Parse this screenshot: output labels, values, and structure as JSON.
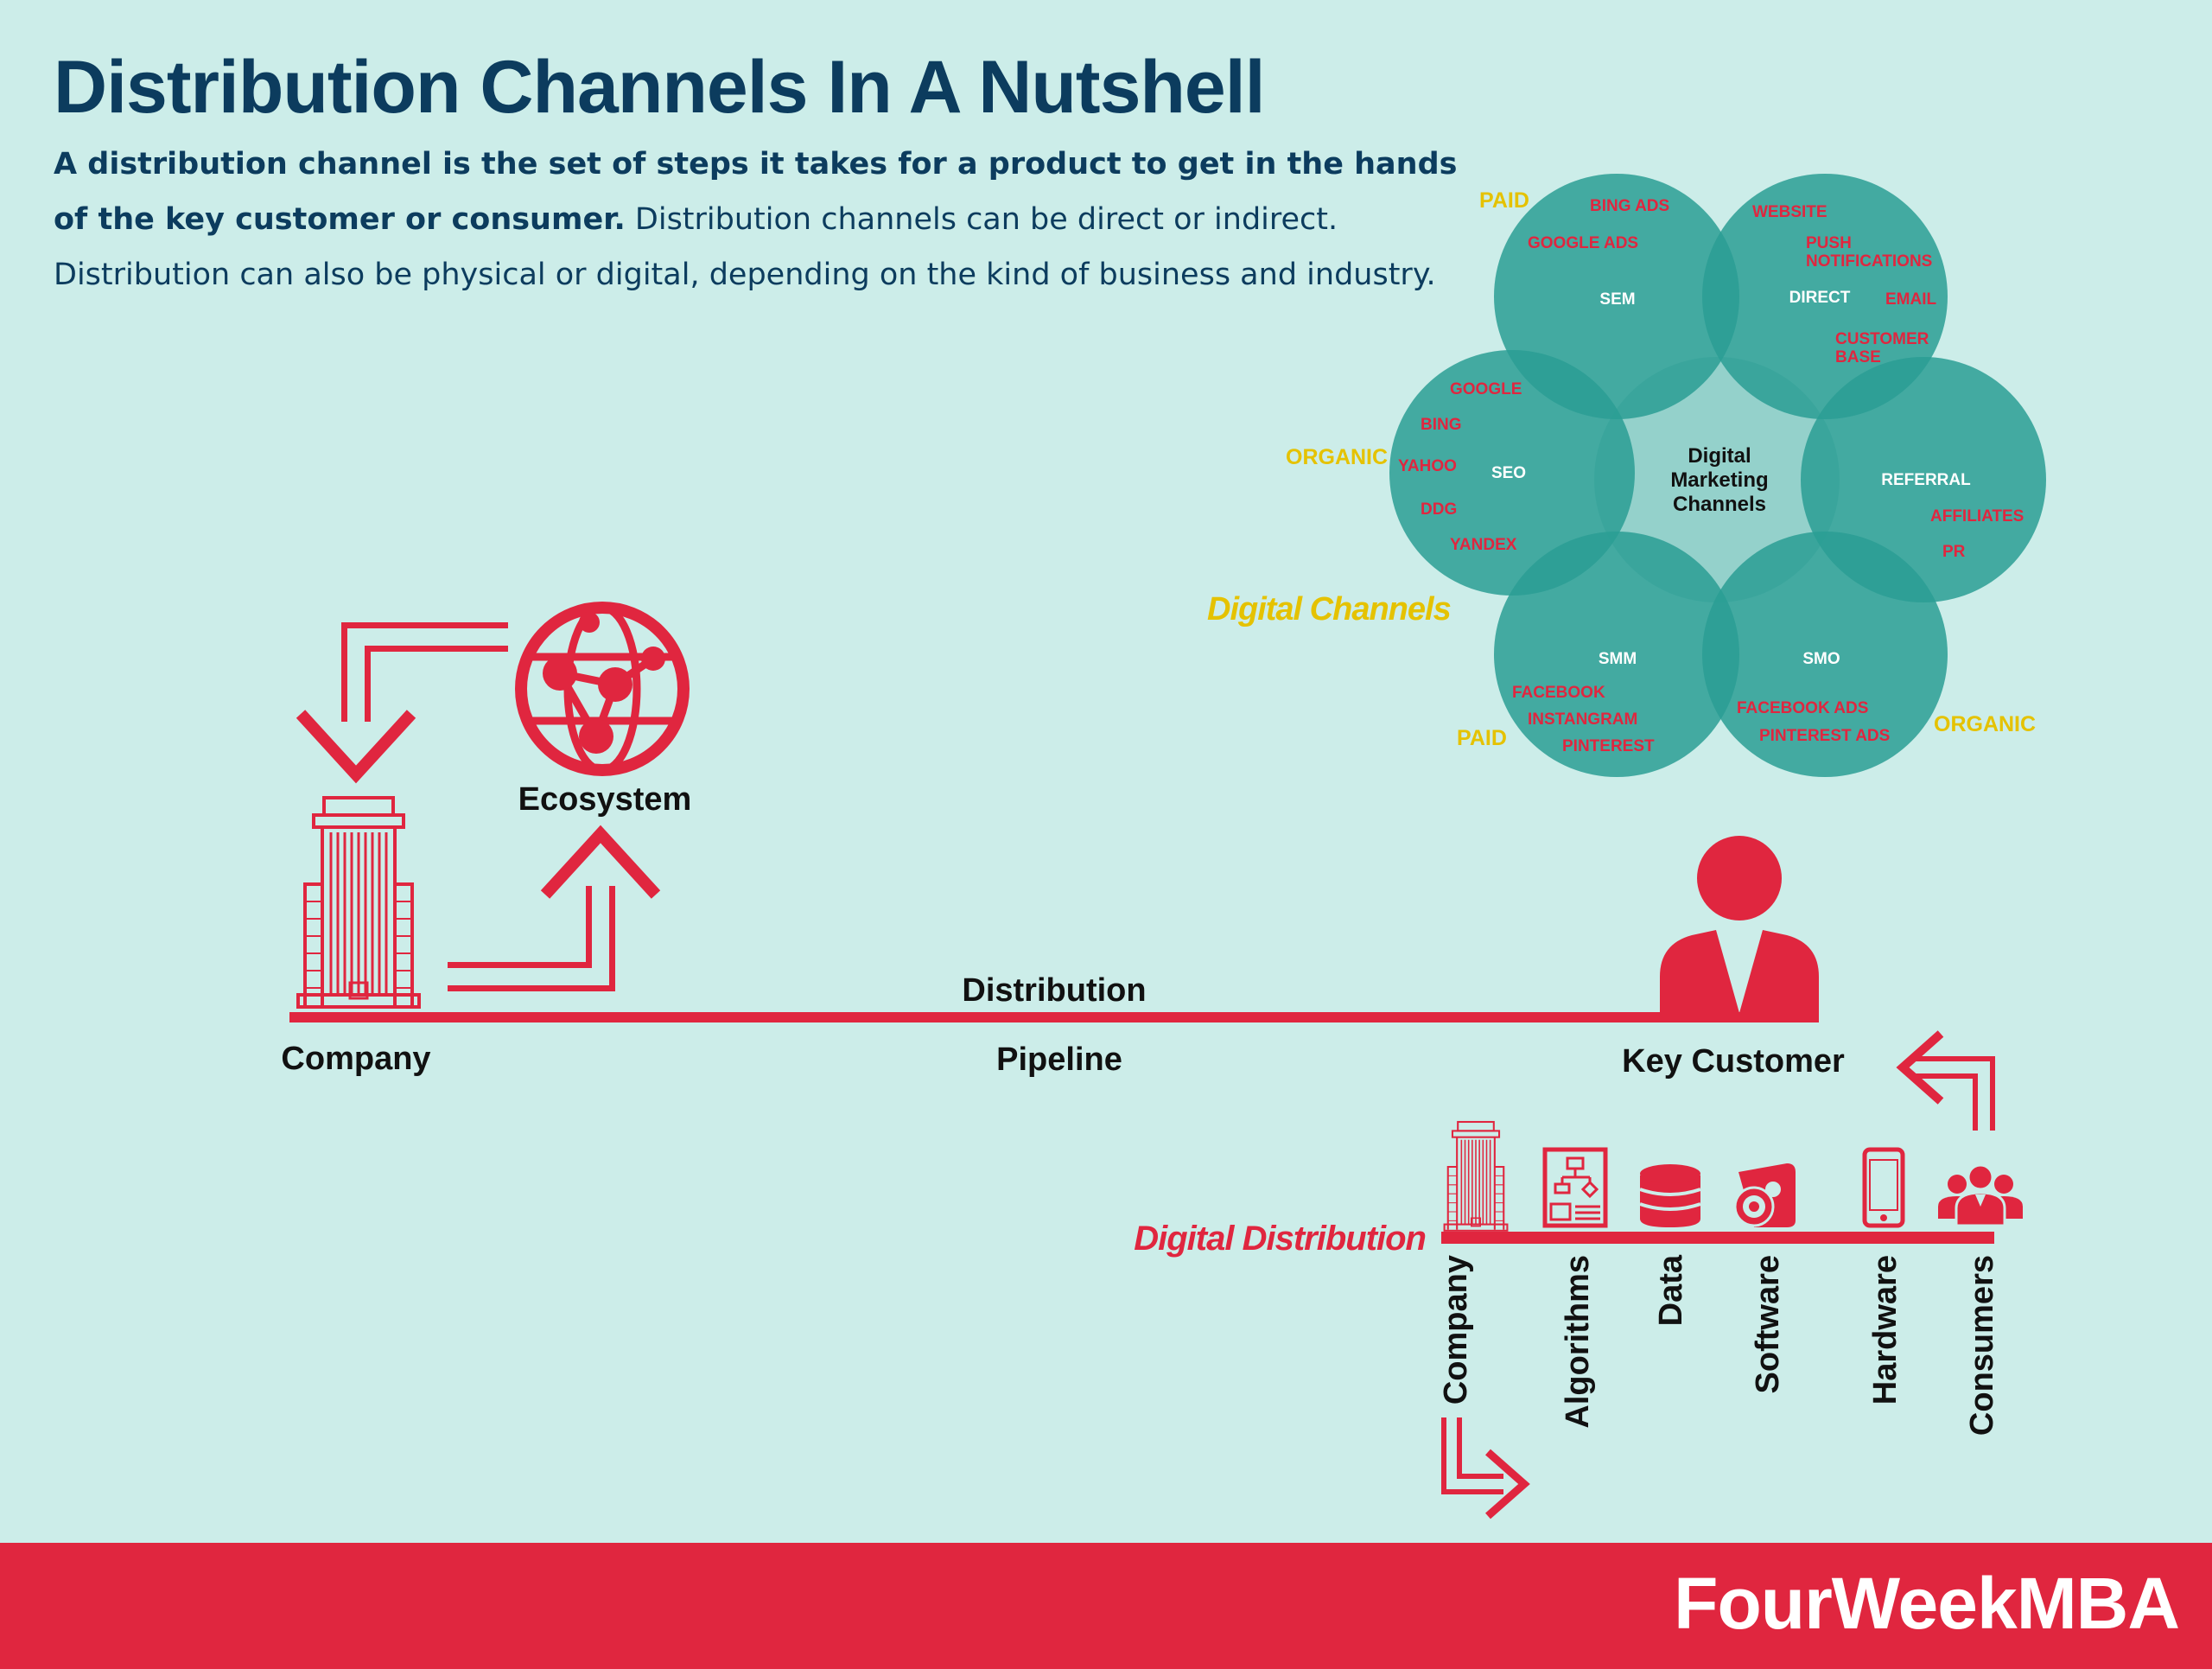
{
  "header": {
    "title": "Distribution Channels In A Nutshell",
    "intro_bold": "A distribution channel is the set of steps it takes for a product to get in the hands of the key customer or consumer.",
    "intro_rest": " Distribution channels can be direct or indirect. Distribution can also be physical or digital, depending on the kind of business and industry."
  },
  "pipeline": {
    "company": "Company",
    "ecosystem": "Ecosystem",
    "distribution": "Distribution",
    "pipeline": "Pipeline",
    "key_customer": "Key Customer"
  },
  "venn": {
    "section_label": "Digital Channels",
    "center": [
      "Digital",
      "Marketing",
      "Channels"
    ],
    "sem": {
      "label": "SEM",
      "items": [
        "BING ADS",
        "GOOGLE ADS"
      ],
      "tag": "PAID"
    },
    "direct": {
      "label": "DIRECT",
      "items": [
        "WEBSITE",
        "PUSH",
        "NOTIFICATIONS",
        "EMAIL",
        "CUSTOMER",
        "BASE"
      ]
    },
    "seo": {
      "label": "SEO",
      "items": [
        "GOOGLE",
        "BING",
        "YAHOO",
        "DDG",
        "YANDEX"
      ],
      "tag": "ORGANIC"
    },
    "referral": {
      "label": "REFERRAL",
      "items": [
        "AFFILIATES",
        "PR"
      ]
    },
    "smm": {
      "label": "SMM",
      "items": [
        "FACEBOOK",
        "INSTANGRAM",
        "PINTEREST"
      ],
      "tag": "PAID"
    },
    "smo": {
      "label": "SMO",
      "items": [
        "FACEBOOK ADS",
        "PINTEREST ADS"
      ],
      "tag": "ORGANIC"
    }
  },
  "digital_distribution": {
    "label": "Digital Distribution",
    "steps": [
      "Company",
      "Algorithms",
      "Data",
      "Software",
      "Hardware",
      "Consumers"
    ]
  },
  "footer": {
    "brand": "FourWeekMBA"
  },
  "colors": {
    "red": "#e0263f",
    "navy": "#0c3c5e",
    "teal": "#2a9d94",
    "background": "#ccede9",
    "yellow": "#e5c200"
  }
}
